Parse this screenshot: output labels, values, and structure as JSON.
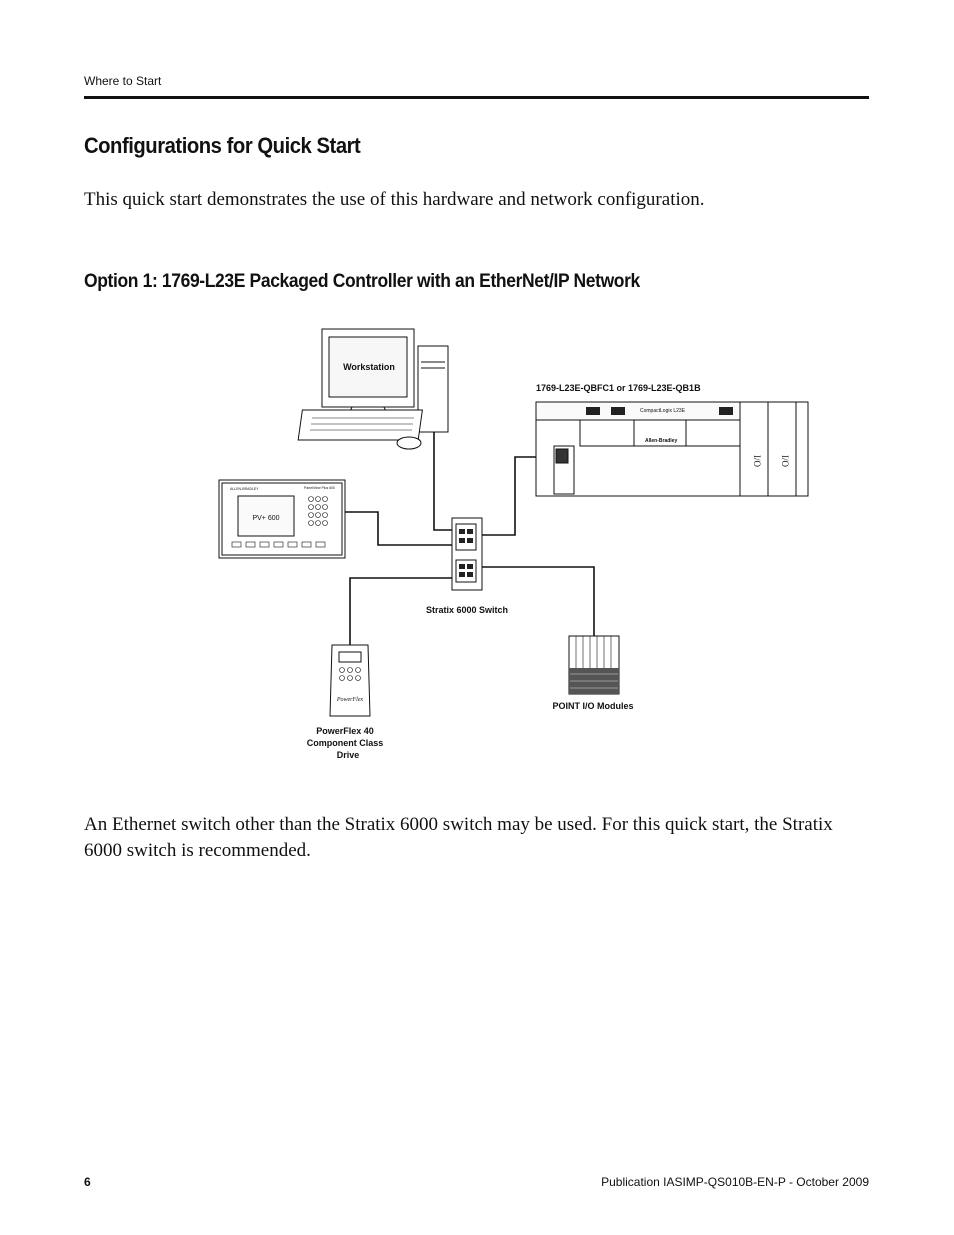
{
  "header": {
    "section": "Where to Start"
  },
  "title": "Configurations for Quick Start",
  "intro": "This quick start demonstrates the use of this hardware and network configuration.",
  "subtitle": "Option 1: 1769-L23E Packaged Controller with an EtherNet/IP Network",
  "diagram": {
    "workstation_label": "Workstation",
    "controller_label": "1769-L23E-QBFC1 or 1769-L23E-QB1B",
    "controller_panel_text": "CompactLogix L23E",
    "controller_brand": "Allen-Bradley",
    "io_label": "I/O",
    "hmi_screen_text": "PV+ 600",
    "hmi_brand": "ALLEN-BRADLEY",
    "hmi_model": "PanelView Plus 600",
    "switch_label": "Stratix 6000 Switch",
    "drive_label": [
      "PowerFlex 40",
      "Component Class",
      "Drive"
    ],
    "drive_logo": "PowerFlex",
    "pointio_label": "POINT I/O Modules"
  },
  "note": "An Ethernet switch other than the Stratix 6000 switch may be used. For this quick start, the Stratix 6000 switch is recommended.",
  "footer": {
    "page_number": "6",
    "publication": "Publication IASIMP-QS010B-EN-P - October 2009"
  }
}
